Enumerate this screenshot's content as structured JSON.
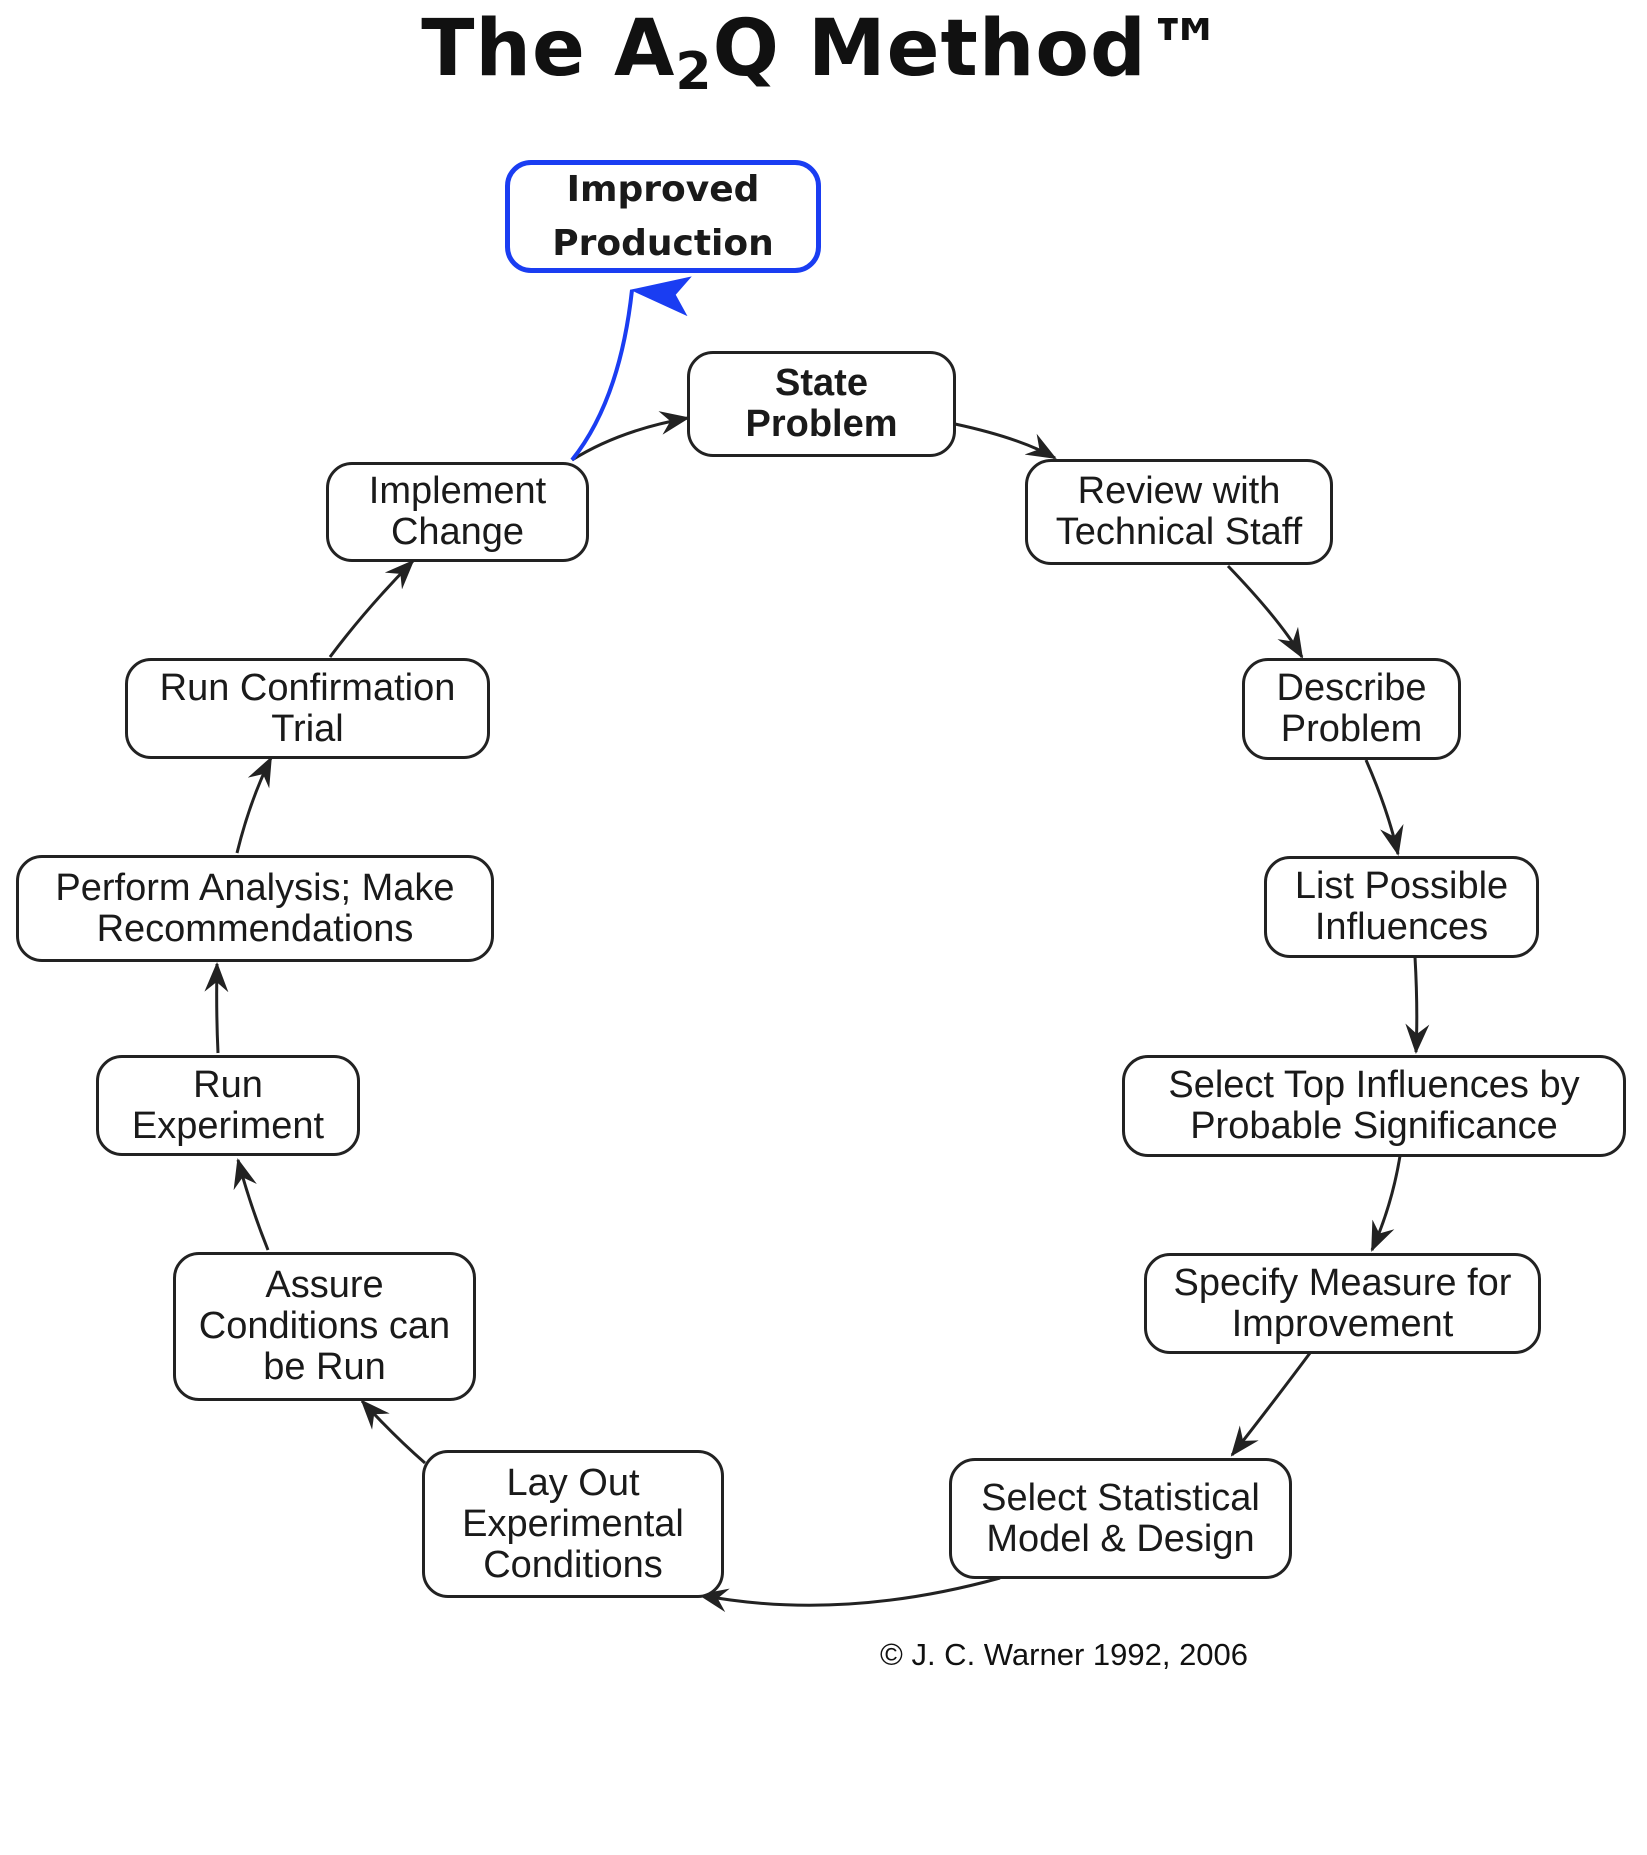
{
  "title": {
    "prefix": "The A",
    "subscript": "2",
    "suffix": "Q Method™"
  },
  "nodes": {
    "improved_production": "Improved\nProduction",
    "state_problem": "State\nProblem",
    "review_technical_staff": "Review with\nTechnical Staff",
    "describe_problem": "Describe\nProblem",
    "list_influences": "List Possible\nInfluences",
    "select_top_influences": "Select Top Influences by\nProbable Significance",
    "specify_measure": "Specify Measure for\nImprovement",
    "select_model_design": "Select Statistical\nModel & Design",
    "lay_out_conditions": "Lay Out\nExperimental\nConditions",
    "assure_conditions": "Assure\nConditions can\nbe Run",
    "run_experiment": "Run\nExperiment",
    "perform_analysis": "Perform Analysis; Make\nRecommendations",
    "run_confirmation": "Run Confirmation\nTrial",
    "implement_change": "Implement\nChange"
  },
  "colors": {
    "goal_accent": "#1a3df2",
    "flow_arrow": "#222222"
  },
  "copyright": "© J. C. Warner 1992, 2006"
}
